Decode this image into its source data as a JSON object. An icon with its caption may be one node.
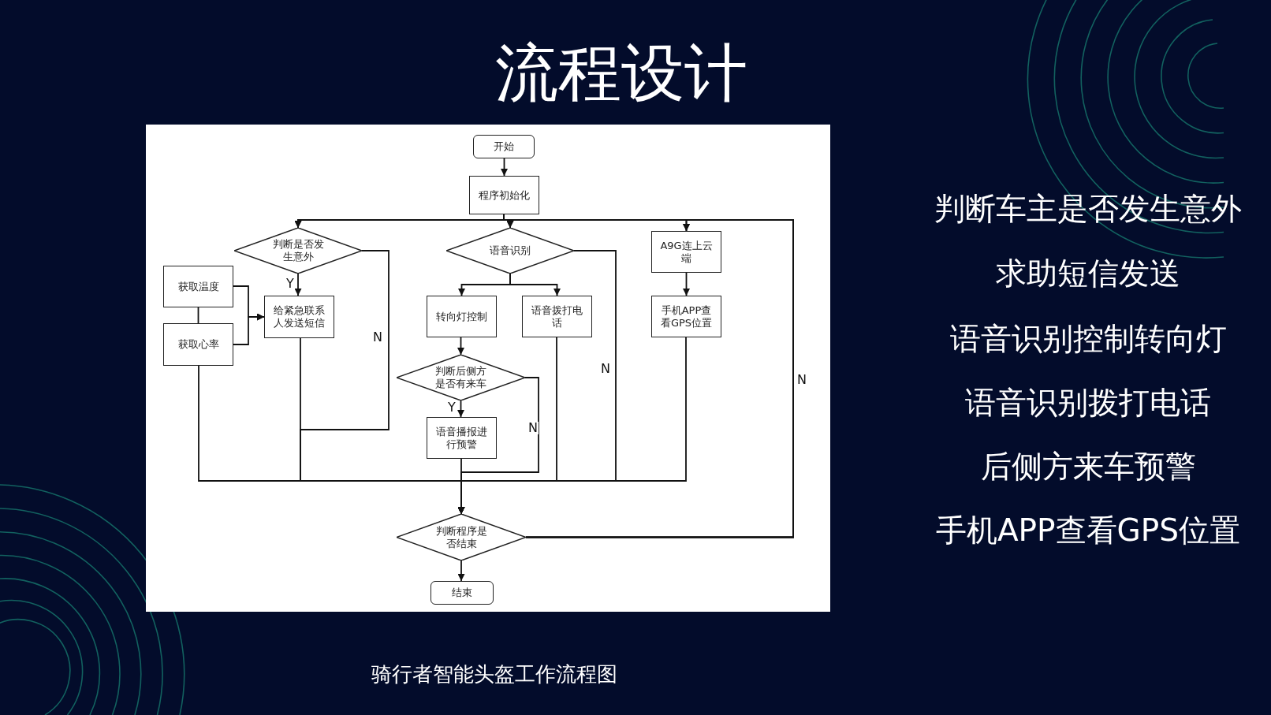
{
  "diagram": {
    "title": "流程设计",
    "caption": "骑行者智能头盔工作流程图",
    "nodes": [
      {
        "text": [
          "开始"
        ]
      },
      {
        "text": [
          "程序初始化"
        ]
      },
      {
        "text": [
          "判断是否发生意外"
        ]
      },
      {
        "text": [
          "语音识别"
        ]
      },
      {
        "text": [
          "A9G连上云端"
        ]
      },
      {
        "text": [
          "获取温度"
        ]
      },
      {
        "text": [
          "给紧急联系人发送短信"
        ]
      },
      {
        "text": [
          "获取心率"
        ]
      },
      {
        "text": [
          "转向灯控制"
        ]
      },
      {
        "text": [
          "语音拨打电话"
        ]
      },
      {
        "text": [
          "手机APP查看GPS位置"
        ]
      },
      {
        "text": [
          "判断后侧方是否有来车"
        ]
      },
      {
        "text": [
          "语音播报进行预警"
        ]
      },
      {
        "text": [
          "判断程序是否结束"
        ]
      },
      {
        "text": [
          "结束"
        ]
      }
    ],
    "edges": [
      {
        "from": 0,
        "to": 1,
        "arrow": "to"
      },
      {
        "from": 1,
        "to": 2,
        "arrow": "to"
      },
      {
        "from": 1,
        "to": 3,
        "arrow": "to"
      },
      {
        "from": 1,
        "to": 4,
        "arrow": "to"
      },
      {
        "from": 2,
        "to": 6,
        "arrow": "to",
        "label": "Y"
      },
      {
        "from": 5,
        "to": 6,
        "arrow": "to"
      },
      {
        "from": 7,
        "to": 6,
        "arrow": "to"
      },
      {
        "from": 5,
        "to": 7,
        "arrow": "none"
      },
      {
        "from": 2,
        "to": 13,
        "arrow": "to",
        "label": "N"
      },
      {
        "from": 6,
        "to": 13,
        "arrow": "to"
      },
      {
        "from": 7,
        "to": 13,
        "arrow": "to"
      },
      {
        "from": 3,
        "to": 8,
        "arrow": "to"
      },
      {
        "from": 3,
        "to": 9,
        "arrow": "to"
      },
      {
        "from": 3,
        "to": 13,
        "arrow": "to",
        "label": "N"
      },
      {
        "from": 4,
        "to": 10,
        "arrow": "to"
      },
      {
        "from": 8,
        "to": 11,
        "arrow": "to"
      },
      {
        "from": 11,
        "to": 12,
        "arrow": "to",
        "label": "Y"
      },
      {
        "from": 11,
        "to": 13,
        "arrow": "to",
        "label": "N"
      },
      {
        "from": 12,
        "to": 13,
        "arrow": "to"
      },
      {
        "from": 9,
        "to": 13,
        "arrow": "to"
      },
      {
        "from": 10,
        "to": 13,
        "arrow": "to"
      },
      {
        "from": 13,
        "to": 14,
        "arrow": "to"
      },
      {
        "from": 13,
        "to": 2,
        "arrow": "to",
        "label": "N"
      },
      {
        "from": 13,
        "to": 3,
        "arrow": "to"
      },
      {
        "from": 13,
        "to": 4,
        "arrow": "to"
      }
    ],
    "labels": [
      "判断车主是否发生意外",
      "求助短信发送",
      "语音识别控制转向灯",
      "语音识别拨打电话",
      "后侧方来车预警",
      "手机APP查看GPS位置"
    ]
  }
}
